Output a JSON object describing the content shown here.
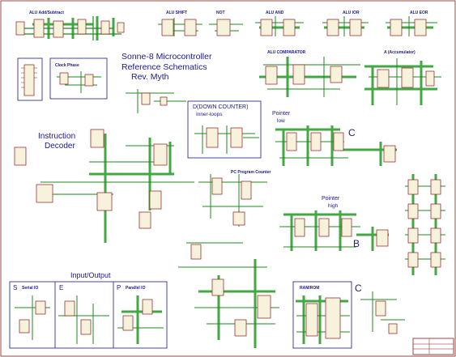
{
  "title": {
    "line1": "Sonne-8 Microcontroller",
    "line2": "Reference Schematics",
    "line3": "Rev. Myth"
  },
  "blocks": {
    "alu_add_sub": "ALU Add/Subtract",
    "alu_shift": "ALU SHIFT",
    "not": "NOT",
    "alu_and": "ALU AND",
    "alu_ior": "ALU IOR",
    "alu_eor": "ALU EOR",
    "alu_comparator": "ALU COMPARATOR",
    "accumulator": "A (Accumulator)",
    "clock_phase": "Clock Phase",
    "down_counter_1": "D(DOWN COUNTER)",
    "down_counter_2": "Inner-loops",
    "pointer_low_1": "Pointer",
    "pointer_low_2": "low",
    "pointer_high_1": "Pointer",
    "pointer_high_2": "high",
    "instruction_decoder_1": "Instruction",
    "instruction_decoder_2": "Decoder",
    "io": "Input/Output",
    "serial_io": "Serial IO",
    "parallel_io": "Parallel IO",
    "ram_rom": "RAM/ROM",
    "program_counter": "PC Program Counter",
    "letter_s": "S",
    "letter_e": "E",
    "letter_p": "P",
    "letter_c1": "C",
    "letter_b": "B",
    "letter_c2": "C"
  },
  "colors": {
    "wire": "#1f8a1f",
    "chip_outline": "#8b1a1a",
    "chip_fill": "#f7f2dc",
    "text": "#1a1a8c",
    "title_block": "#8b1a1a"
  }
}
